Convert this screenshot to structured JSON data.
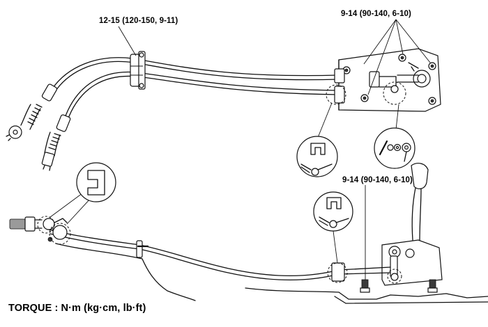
{
  "labels": {
    "torque_top_left": "12-15 (120-150, 9-11)",
    "torque_top_right": "9-14 (90-140, 6-10)",
    "torque_mid_right": "9-14 (90-140, 6-10)",
    "torque_units": "TORQUE : N·m (kg·cm, lb·ft)"
  }
}
